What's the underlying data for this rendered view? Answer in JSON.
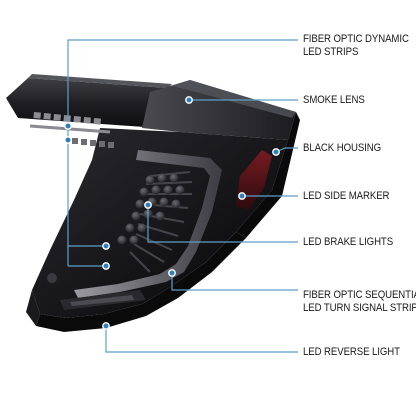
{
  "callouts": [
    {
      "id": "fiber-optic-dynamic",
      "lines": [
        "FIBER OPTIC DYNAMIC",
        "LED STRIPS"
      ]
    },
    {
      "id": "smoke-lens",
      "lines": [
        "SMOKE LENS"
      ]
    },
    {
      "id": "black-housing",
      "lines": [
        "BLACK HOUSING"
      ]
    },
    {
      "id": "led-side-marker",
      "lines": [
        "LED SIDE MARKER"
      ]
    },
    {
      "id": "led-brake-lights",
      "lines": [
        "LED BRAKE LIGHTS"
      ]
    },
    {
      "id": "fiber-optic-sequential",
      "lines": [
        "FIBER OPTIC SEQUENTIAL",
        "LED TURN SIGNAL STRIP"
      ]
    },
    {
      "id": "led-reverse-light",
      "lines": [
        "LED REVERSE LIGHT"
      ]
    }
  ],
  "colors": {
    "callout_line": "#5d9ec9",
    "callout_dot": "#2f7fbf",
    "label_text": "#1a1a1a",
    "housing": "#141416",
    "smoke_lens": "#2a2a2e",
    "side_marker": "#5a1418"
  }
}
